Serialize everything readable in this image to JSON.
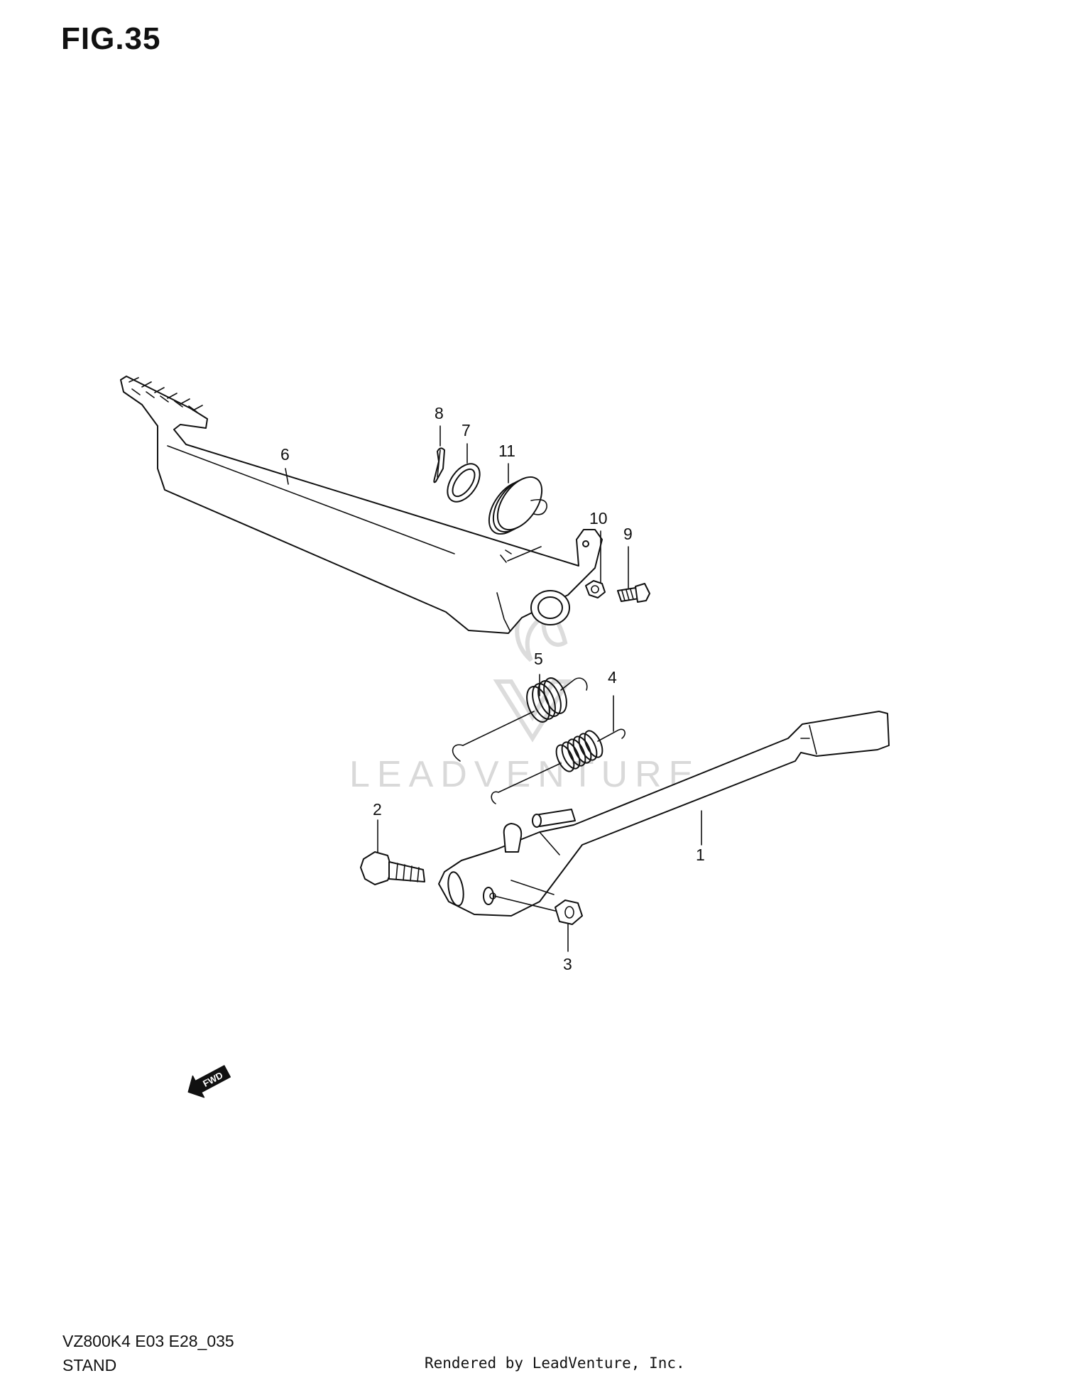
{
  "figure": {
    "title": "FIG.35"
  },
  "watermark": {
    "text": "LEADVENTURE"
  },
  "direction_badge": {
    "label": "FWD"
  },
  "callouts": [
    {
      "id": "part-1",
      "label": "1"
    },
    {
      "id": "part-2",
      "label": "2"
    },
    {
      "id": "part-3",
      "label": "3"
    },
    {
      "id": "part-4",
      "label": "4"
    },
    {
      "id": "part-5",
      "label": "5"
    },
    {
      "id": "part-6",
      "label": "6"
    },
    {
      "id": "part-7",
      "label": "7"
    },
    {
      "id": "part-8",
      "label": "8"
    },
    {
      "id": "part-9",
      "label": "9"
    },
    {
      "id": "part-10",
      "label": "10"
    },
    {
      "id": "part-11",
      "label": "11"
    }
  ],
  "footer": {
    "model_code": "VZ800K4 E03 E28_035",
    "section_name": "STAND",
    "credit": "Rendered by LeadVenture, Inc."
  },
  "colors": {
    "line": "#111111",
    "background": "#ffffff",
    "watermark": "#d9d9d9"
  }
}
